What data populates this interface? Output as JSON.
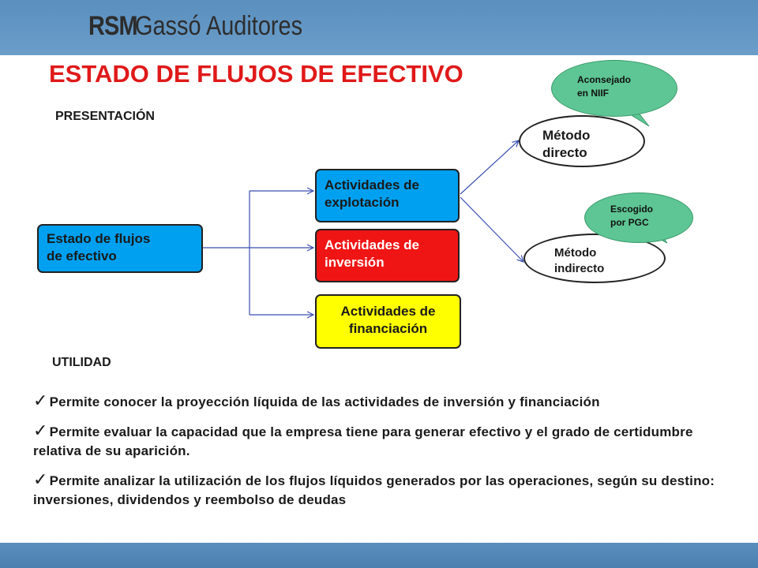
{
  "header": {
    "logo_brand": "RSM",
    "logo_firm": "Gassó Auditores"
  },
  "title": "ESTADO DE FLUJOS DE EFECTIVO",
  "sections": {
    "presentation": "PRESENTACIÓN",
    "utility": "UTILIDAD"
  },
  "diagram": {
    "source": {
      "line1": "Estado de flujos",
      "line2": "de efectivo"
    },
    "activities": [
      {
        "line1": "Actividades de",
        "line2": "explotación"
      },
      {
        "line1": "Actividades de",
        "line2": "inversión"
      },
      {
        "line1": "Actividades de",
        "line2": "financiación"
      }
    ],
    "methods": [
      {
        "line1": "Método",
        "line2": "directo",
        "callout_line1": "Aconsejado",
        "callout_line2": "en NIIF"
      },
      {
        "line1": "Método",
        "line2": "indirecto",
        "callout_line1": "Escogido",
        "callout_line2": "por PGC"
      }
    ],
    "colors": {
      "blue": "#00a0f0",
      "red": "#f01515",
      "yellow": "#ffff00",
      "callout_green": "#5ec694",
      "connector": "#3a4fb0",
      "title_red": "#e01919"
    }
  },
  "bullets": [
    "Permite conocer la proyección líquida de las actividades de inversión y financiación",
    "Permite evaluar la capacidad que la empresa tiene para generar efectivo y el grado de certidumbre relativa de su aparición.",
    "Permite analizar la utilización de los flujos líquidos generados por las operaciones, según su destino: inversiones, dividendos y reembolso de deudas"
  ],
  "icons": {
    "bullet_marker": "checkmark-icon"
  }
}
